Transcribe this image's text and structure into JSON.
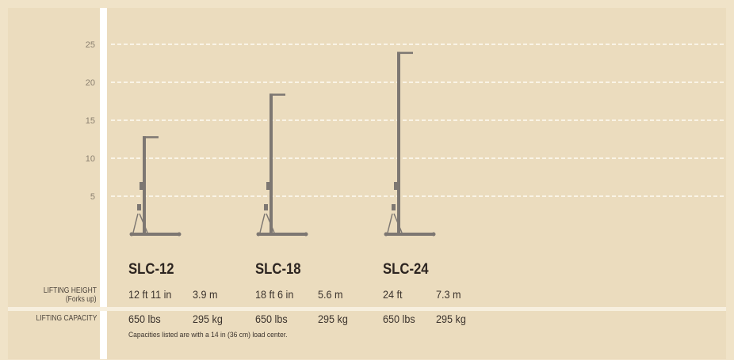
{
  "chart_data": {
    "type": "bar",
    "categories": [
      "SLC-12",
      "SLC-18",
      "SLC-24"
    ],
    "values": [
      12.9,
      18.5,
      24
    ],
    "yticks": [
      5,
      10,
      15,
      20,
      25
    ],
    "ylim": [
      0,
      25
    ],
    "grid": true,
    "title": "",
    "xlabel": "",
    "ylabel": ""
  },
  "table": {
    "row_labels": {
      "lifting_height_line1": "LIFTING HEIGHT",
      "lifting_height_line2": "(Forks up)",
      "lifting_capacity": "LIFTING CAPACITY"
    },
    "models": [
      {
        "name": "SLC-12",
        "height_imperial": "12 ft 11 in",
        "height_metric": "3.9 m",
        "capacity_imperial": "650 lbs",
        "capacity_metric": "295 kg"
      },
      {
        "name": "SLC-18",
        "height_imperial": "18 ft 6 in",
        "height_metric": "5.6 m",
        "capacity_imperial": "650 lbs",
        "capacity_metric": "295 kg"
      },
      {
        "name": "SLC-24",
        "height_imperial": "24 ft",
        "height_metric": "7.3 m",
        "capacity_imperial": "650 lbs",
        "capacity_metric": "295 kg"
      }
    ],
    "note": "Capacities listed are with a 14 in (36 cm) load center."
  },
  "colors": {
    "background": "#ebdcbe",
    "lift": "#7d7772",
    "grid": "#faf4e6"
  }
}
